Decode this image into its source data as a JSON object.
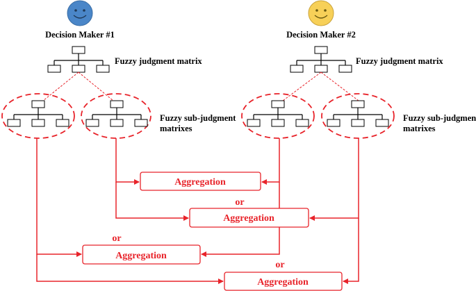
{
  "decision_makers": [
    {
      "label": "Decision Maker #1",
      "face_color": "#4a86c8"
    },
    {
      "label": "Decision Maker #2",
      "face_color": "#f7d058"
    }
  ],
  "labels": {
    "fuzzy_judgment_matrix": "Fuzzy judgment matrix",
    "fuzzy_sub_judgment_line1": "Fuzzy sub-judgment",
    "fuzzy_sub_judgment_line2": "matrixes"
  },
  "aggregations": [
    "Aggregation",
    "Aggregation",
    "Aggregation",
    "Aggregation"
  ],
  "or_label": "or",
  "colors": {
    "accent": "#e8232a",
    "ink": "#000000"
  }
}
